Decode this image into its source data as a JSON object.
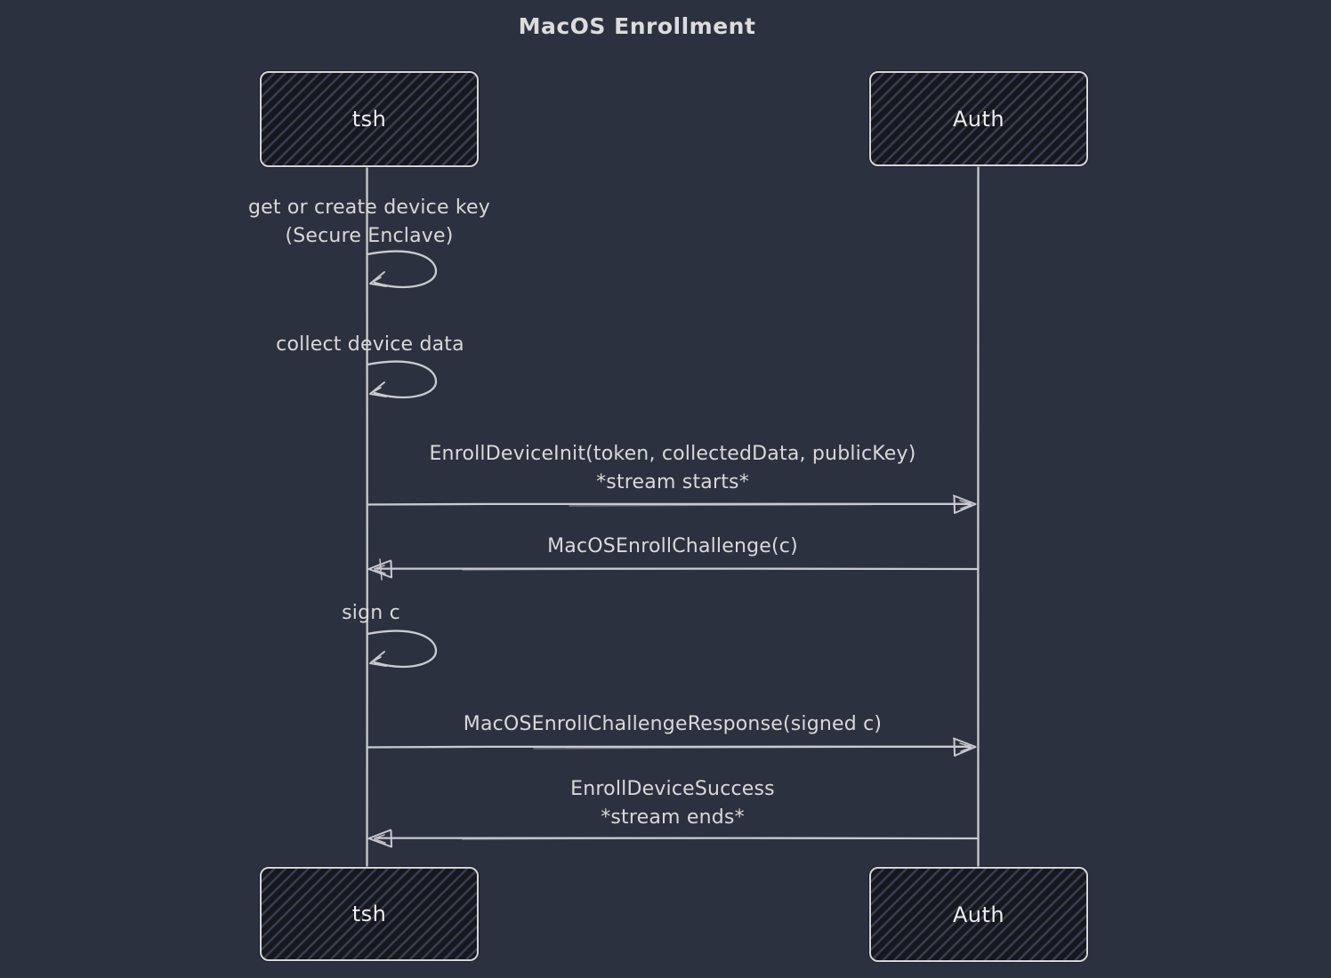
{
  "title": "MacOS Enrollment",
  "diagram_type": "sequence-diagram",
  "actors": [
    {
      "id": "tsh",
      "label": "tsh"
    },
    {
      "id": "auth",
      "label": "Auth"
    }
  ],
  "messages": [
    {
      "type": "self",
      "actor": "tsh",
      "lines": [
        "get or create device key",
        "(Secure Enclave)"
      ]
    },
    {
      "type": "self",
      "actor": "tsh",
      "lines": [
        "collect device data"
      ]
    },
    {
      "type": "arrow",
      "from": "tsh",
      "to": "auth",
      "lines": [
        "EnrollDeviceInit(token, collectedData, publicKey)",
        "*stream starts*"
      ]
    },
    {
      "type": "arrow",
      "from": "auth",
      "to": "tsh",
      "lines": [
        "MacOSEnrollChallenge(c)"
      ]
    },
    {
      "type": "self",
      "actor": "tsh",
      "lines": [
        "sign c"
      ]
    },
    {
      "type": "arrow",
      "from": "tsh",
      "to": "auth",
      "lines": [
        "MacOSEnrollChallengeResponse(signed c)"
      ]
    },
    {
      "type": "arrow",
      "from": "auth",
      "to": "tsh",
      "lines": [
        "EnrollDeviceSuccess",
        "*stream ends*"
      ]
    }
  ],
  "colors": {
    "background": "#2b313f",
    "text": "#d9d9d9",
    "stroke": "#c9cbd0",
    "actor_fill": "#16181e",
    "actor_hatch": "#4d5876",
    "actor_border": "#d4d6d9"
  }
}
